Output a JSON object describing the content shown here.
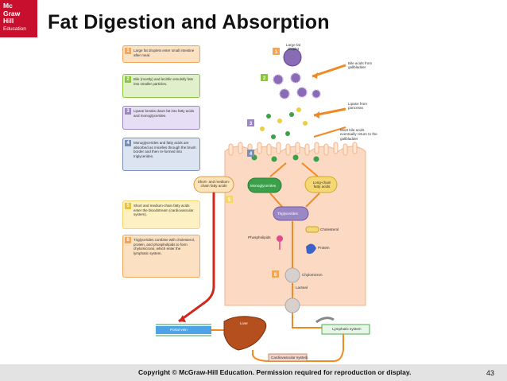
{
  "logo": {
    "line1": "Mc",
    "line2": "Graw",
    "line3": "Hill",
    "line4": "Education"
  },
  "title": "Fat Digestion and Absorption",
  "steps": [
    {
      "num": "1",
      "text": "Large fat droplets enter small intestine after meal."
    },
    {
      "num": "2",
      "text": "Bile (mostly) and lecithin emulsify fats into smaller particles."
    },
    {
      "num": "3",
      "text": "Lipase breaks down fat into fatty acids and monoglycerides."
    },
    {
      "num": "4",
      "text": "Monoglycerides and fatty acids are absorbed as micelles through the brush border and then re-formed into triglycerides."
    },
    {
      "num": "5",
      "text": "Short and medium-chain fatty acids enter the bloodstream (cardiovascular system)."
    },
    {
      "num": "6",
      "text": "Triglycerides combine with cholesterol, protein, and phospholipids to form chylomicrons, which enter the lymphatic system."
    }
  ],
  "labels": {
    "large_fat_droplet": "Large fat droplet",
    "bile_acids": "Bile acids from gallbladder",
    "lipase": "Lipase from pancreas",
    "most_bile_acids": "Most bile acids eventually return to the gallbladder",
    "short_medium": "Short- and medium-chain fatty acids",
    "monoglycerides": "Monoglycerides",
    "long_chain": "Long-chain fatty acids",
    "triglycerides": "Triglycerides",
    "cholesterol": "Cholesterol",
    "phospholipids": "Phospholipids",
    "protein": "Protein",
    "chylomicron": "Chylomicron",
    "lacteal": "Lacteal",
    "portal_vein": "Portal vein",
    "liver": "Liver",
    "lymphatic_system": "Lymphatic system",
    "cardiovascular_system": "Cardiovascular system"
  },
  "footer": {
    "copyright": "Copyright © McGraw-Hill Education. Permission required for reproduction or display.",
    "page": "43"
  },
  "colors": {
    "brand_red": "#c8102e",
    "step_orange": "#f2a65a",
    "step_green": "#8cc63f",
    "step_purple": "#9b87c4",
    "step_slate": "#7b8fb5",
    "step_yellow": "#f6d56b",
    "cell_peach": "#fbd9c2",
    "arrow_orange": "#f08a24",
    "blood_red": "#d0281e",
    "lymph_green": "#4caf50"
  }
}
